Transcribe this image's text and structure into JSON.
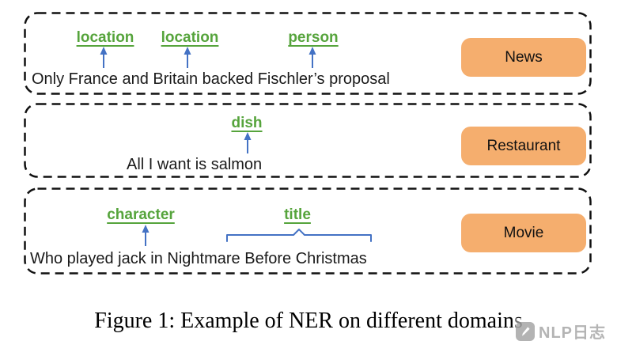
{
  "figure": {
    "caption": "Figure 1: Example of NER on different domains"
  },
  "panels": [
    {
      "badge": "News",
      "sentence": "Only France and Britain backed Fischler’s proposal",
      "labels": [
        "location",
        "location",
        "person"
      ]
    },
    {
      "badge": "Restaurant",
      "sentence": "All I want is salmon",
      "labels": [
        "dish"
      ]
    },
    {
      "badge": "Movie",
      "sentence": "Who played jack in Nightmare Before Christmas",
      "labels": [
        "character",
        "title"
      ]
    }
  ],
  "watermark": {
    "text": "NLP日志"
  },
  "colors": {
    "entity_label_green": "#56A43C",
    "arrow_blue": "#4472C4",
    "badge_orange": "#F5AE6E",
    "border_black": "#111111",
    "text_black": "#1A1A1A"
  }
}
